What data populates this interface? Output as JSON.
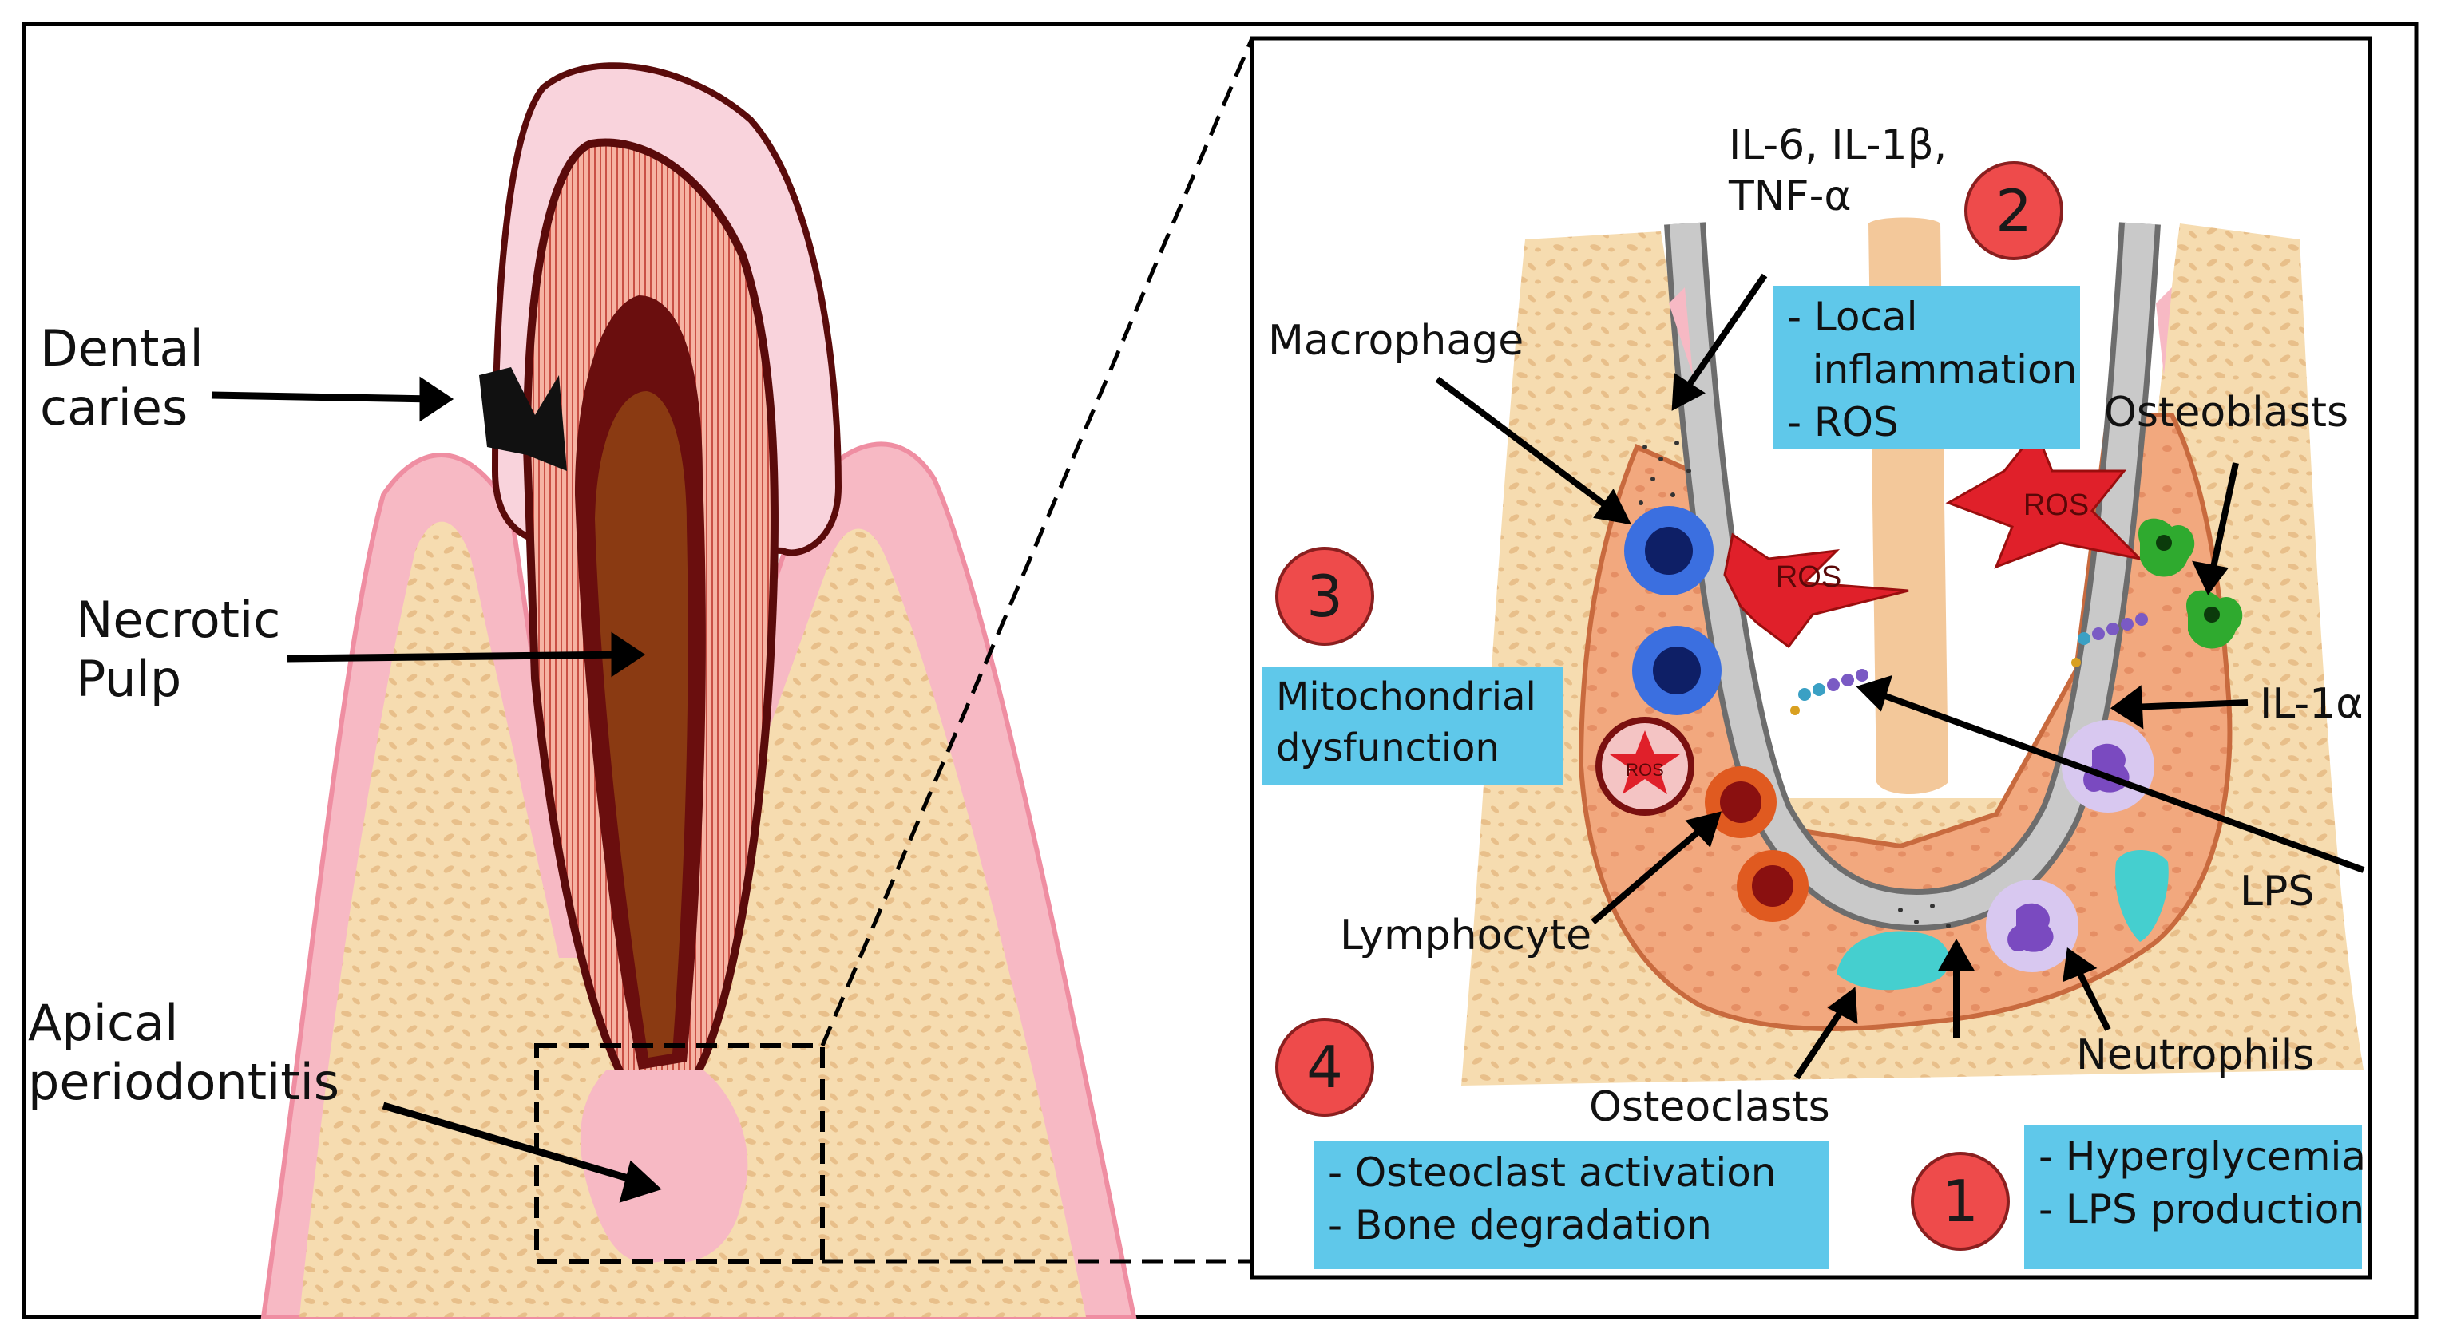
{
  "left_panel": {
    "labels": {
      "dental_caries": [
        "Dental",
        "caries"
      ],
      "necrotic_pulp": [
        "Necrotic",
        "Pulp"
      ],
      "apical_periodontitis": [
        "Apical",
        "periodontitis"
      ]
    }
  },
  "right_panel": {
    "cytokines": [
      "IL-6, IL-1β,",
      "TNF-α"
    ],
    "cells": {
      "macrophage": "Macrophage",
      "osteoblasts": "Osteoblasts",
      "lymphocyte": "Lymphocyte",
      "osteoclasts": "Osteoclasts",
      "neutrophils": "Neutrophils"
    },
    "molecules": {
      "il1a": "IL-1α",
      "lps": "LPS",
      "ros": "ROS"
    },
    "steps": [
      {
        "number": "1",
        "lines": [
          "- Hyperglycemia",
          "- LPS production"
        ]
      },
      {
        "number": "2",
        "lines": [
          "- Local",
          "  inflammation",
          "- ROS"
        ]
      },
      {
        "number": "3",
        "lines": [
          "Mitochondrial",
          "dysfunction"
        ]
      },
      {
        "number": "4",
        "lines": [
          "- Osteoclast activation",
          "- Bone degradation"
        ]
      }
    ]
  },
  "colors": {
    "bone": "#f6dcb0",
    "gum": "#f7b9c4",
    "lesion": "#f2a87e",
    "enamel": "#f9d3dc",
    "dentin_dark": "#6a0e0e",
    "pulp": "#8a3a12",
    "info_box": "#5fc8ea",
    "step_circle": "#ee4b4b",
    "ros_star": "#e0202a"
  }
}
